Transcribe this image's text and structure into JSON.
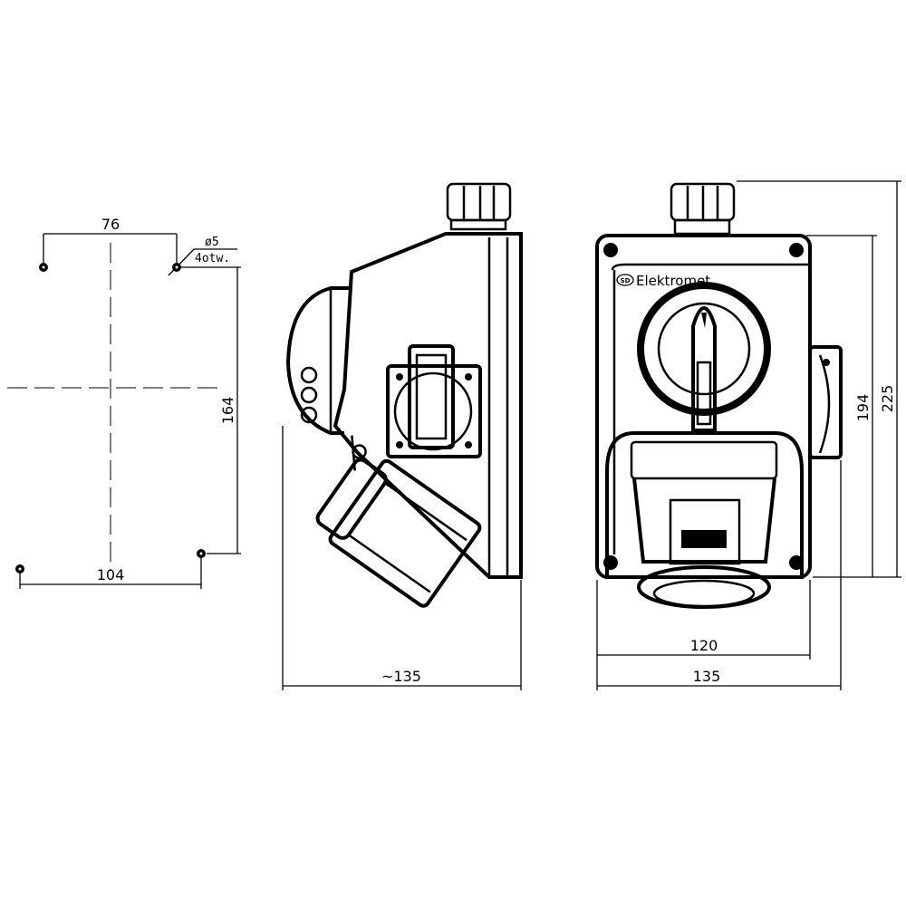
{
  "mounting_view": {
    "dim_top": "76",
    "dim_bottom": "104",
    "dim_height": "164",
    "hole_diameter": "ø5",
    "hole_count": "4otw."
  },
  "side_view": {
    "dim_depth": "~135"
  },
  "front_view": {
    "brand": "Elektromet",
    "brand_mark": "SD",
    "dim_inner_width": "120",
    "dim_outer_width": "135",
    "dim_inner_height": "194",
    "dim_outer_height": "225"
  }
}
